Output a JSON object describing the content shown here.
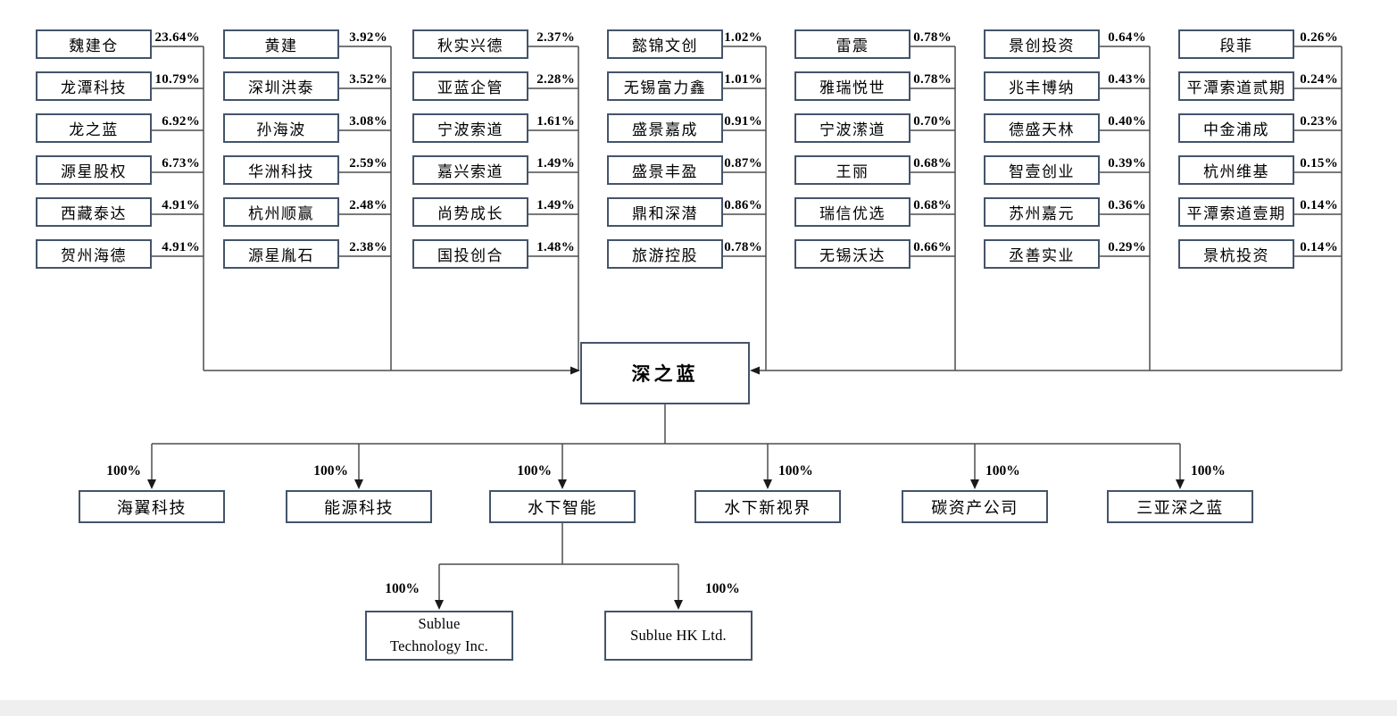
{
  "company": {
    "name": "深之蓝"
  },
  "columns": [
    {
      "items": [
        {
          "name": "魏建仓",
          "pct": "23.64%"
        },
        {
          "name": "龙潭科技",
          "pct": "10.79%"
        },
        {
          "name": "龙之蓝",
          "pct": "6.92%"
        },
        {
          "name": "源星股权",
          "pct": "6.73%"
        },
        {
          "name": "西藏泰达",
          "pct": "4.91%"
        },
        {
          "name": "贺州海德",
          "pct": "4.91%"
        }
      ]
    },
    {
      "items": [
        {
          "name": "黄建",
          "pct": "3.92%"
        },
        {
          "name": "深圳洪泰",
          "pct": "3.52%"
        },
        {
          "name": "孙海波",
          "pct": "3.08%"
        },
        {
          "name": "华洲科技",
          "pct": "2.59%"
        },
        {
          "name": "杭州顺赢",
          "pct": "2.48%"
        },
        {
          "name": "源星胤石",
          "pct": "2.38%"
        }
      ]
    },
    {
      "items": [
        {
          "name": "秋实兴德",
          "pct": "2.37%"
        },
        {
          "name": "亚蓝企管",
          "pct": "2.28%"
        },
        {
          "name": "宁波索道",
          "pct": "1.61%"
        },
        {
          "name": "嘉兴索道",
          "pct": "1.49%"
        },
        {
          "name": "尚势成长",
          "pct": "1.49%"
        },
        {
          "name": "国投创合",
          "pct": "1.48%"
        }
      ]
    },
    {
      "items": [
        {
          "name": "懿锦文创",
          "pct": "1.02%"
        },
        {
          "name": "无锡富力鑫",
          "pct": "1.01%"
        },
        {
          "name": "盛景嘉成",
          "pct": "0.91%"
        },
        {
          "name": "盛景丰盈",
          "pct": "0.87%"
        },
        {
          "name": "鼎和深潜",
          "pct": "0.86%"
        },
        {
          "name": "旅游控股",
          "pct": "0.78%"
        }
      ]
    },
    {
      "items": [
        {
          "name": "雷震",
          "pct": "0.78%"
        },
        {
          "name": "雅瑞悦世",
          "pct": "0.78%"
        },
        {
          "name": "宁波潆道",
          "pct": "0.70%"
        },
        {
          "name": "王丽",
          "pct": "0.68%"
        },
        {
          "name": "瑞信优选",
          "pct": "0.68%"
        },
        {
          "name": "无锡沃达",
          "pct": "0.66%"
        }
      ]
    },
    {
      "items": [
        {
          "name": "景创投资",
          "pct": "0.64%"
        },
        {
          "name": "兆丰博纳",
          "pct": "0.43%"
        },
        {
          "name": "德盛天林",
          "pct": "0.40%"
        },
        {
          "name": "智壹创业",
          "pct": "0.39%"
        },
        {
          "name": "苏州嘉元",
          "pct": "0.36%"
        },
        {
          "name": "丞善实业",
          "pct": "0.29%"
        }
      ]
    },
    {
      "items": [
        {
          "name": "段菲",
          "pct": "0.26%"
        },
        {
          "name": "平潭索道贰期",
          "pct": "0.24%"
        },
        {
          "name": "中金浦成",
          "pct": "0.23%"
        },
        {
          "name": "杭州维基",
          "pct": "0.15%"
        },
        {
          "name": "平潭索道壹期",
          "pct": "0.14%"
        },
        {
          "name": "景杭投资",
          "pct": "0.14%"
        }
      ]
    }
  ],
  "subsidiaries": [
    {
      "name": "海翼科技",
      "pct": "100%"
    },
    {
      "name": "能源科技",
      "pct": "100%"
    },
    {
      "name": "水下智能",
      "pct": "100%"
    },
    {
      "name": "水下新视界",
      "pct": "100%"
    },
    {
      "name": "碳资产公司",
      "pct": "100%"
    },
    {
      "name": "三亚深之蓝",
      "pct": "100%"
    }
  ],
  "sub_subsidiaries": {
    "parent": "水下智能",
    "items": [
      {
        "name": "Sublue Technology Inc.",
        "pct": "100%"
      },
      {
        "name": "Sublue HK Ltd.",
        "pct": "100%"
      }
    ]
  },
  "colors": {
    "box_border": "#44546a",
    "line": "#4d4d4d",
    "text": "#000000",
    "background": "#ffffff",
    "page_bottom_band": "#efefef"
  }
}
